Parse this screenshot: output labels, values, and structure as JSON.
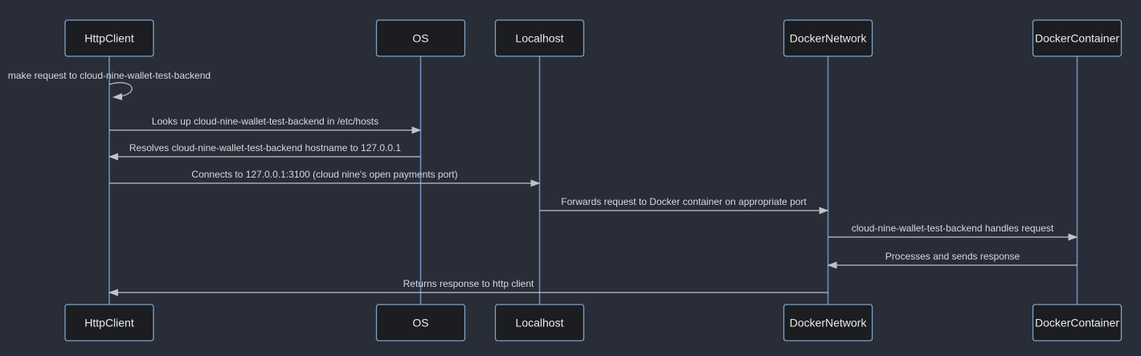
{
  "colors": {
    "background": "#282d38",
    "actor_fill": "#1b1d21",
    "actor_border": "#7fa3c6",
    "lifeline": "#6f94bf",
    "arrow": "#c0c3c6",
    "message_text": "#d6d9dc",
    "actor_text": "#e8eaec"
  },
  "diagram": {
    "type": "sequence",
    "participants": [
      {
        "label": "HttpClient"
      },
      {
        "label": "OS"
      },
      {
        "label": "Localhost"
      },
      {
        "label": "DockerNetwork"
      },
      {
        "label": "DockerContainer"
      }
    ],
    "messages": [
      {
        "from": "HttpClient",
        "to": "HttpClient",
        "self": true,
        "label": "make request to cloud-nine-wallet-test-backend"
      },
      {
        "from": "HttpClient",
        "to": "OS",
        "label": "Looks up cloud-nine-wallet-test-backend in /etc/hosts"
      },
      {
        "from": "OS",
        "to": "HttpClient",
        "label": "Resolves cloud-nine-wallet-test-backend hostname to 127.0.0.1"
      },
      {
        "from": "HttpClient",
        "to": "Localhost",
        "label": "Connects to 127.0.0.1:3100 (cloud nine's open payments port)"
      },
      {
        "from": "Localhost",
        "to": "DockerNetwork",
        "label": "Forwards request to Docker container on appropriate port"
      },
      {
        "from": "DockerNetwork",
        "to": "DockerContainer",
        "label": "cloud-nine-wallet-test-backend handles request"
      },
      {
        "from": "DockerContainer",
        "to": "DockerNetwork",
        "label": "Processes and sends response"
      },
      {
        "from": "DockerNetwork",
        "to": "HttpClient",
        "label": "Returns response to http client"
      }
    ]
  }
}
